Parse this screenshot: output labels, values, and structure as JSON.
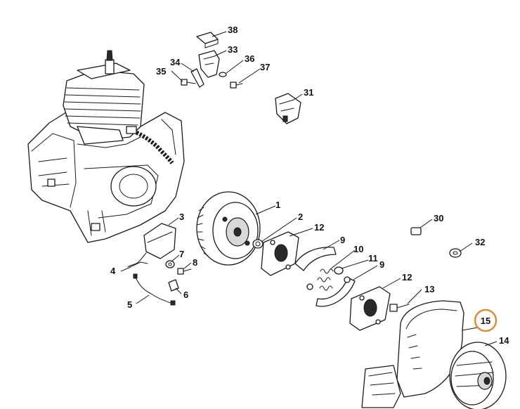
{
  "labels": {
    "p1": "1",
    "p2": "2",
    "p3": "3",
    "p4": "4",
    "p5": "5",
    "p6": "6",
    "p7": "7",
    "p8": "8",
    "p9a": "9",
    "p9b": "9",
    "p10": "10",
    "p11": "11",
    "p12a": "12",
    "p12b": "12",
    "p13": "13",
    "p14": "14",
    "p15": "15",
    "p30": "30",
    "p31": "31",
    "p32": "32",
    "p33": "33",
    "p34": "34",
    "p35": "35",
    "p36": "36",
    "p37": "37",
    "p38": "38"
  },
  "highlight": {
    "part": "15",
    "ring_color": "#e08a3c"
  }
}
